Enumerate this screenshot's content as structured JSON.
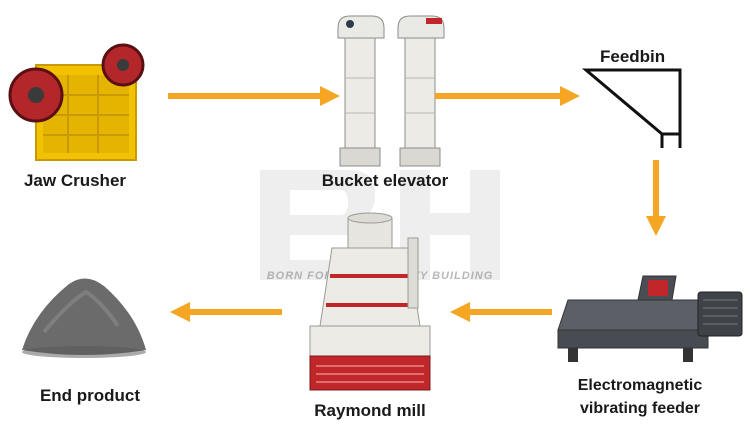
{
  "nodes": {
    "jaw_crusher": "Jaw Crusher",
    "bucket_elevator": "Bucket elevator",
    "feedbin": "Feedbin",
    "vibrating_feeder_line1": "Electromagnetic",
    "vibrating_feeder_line2": "vibrating feeder",
    "raymond_mill": "Raymond mill",
    "end_product": "End product"
  },
  "watermark": {
    "logo": "BH",
    "tagline": "BORN FOR HIGH QUALITY BUILDING"
  },
  "colors": {
    "arrow": "#f5a623",
    "machine_yellow": "#f2c200",
    "machine_red": "#c0262a",
    "machine_white": "#ecebe6",
    "powder": "#6b6b6b"
  }
}
